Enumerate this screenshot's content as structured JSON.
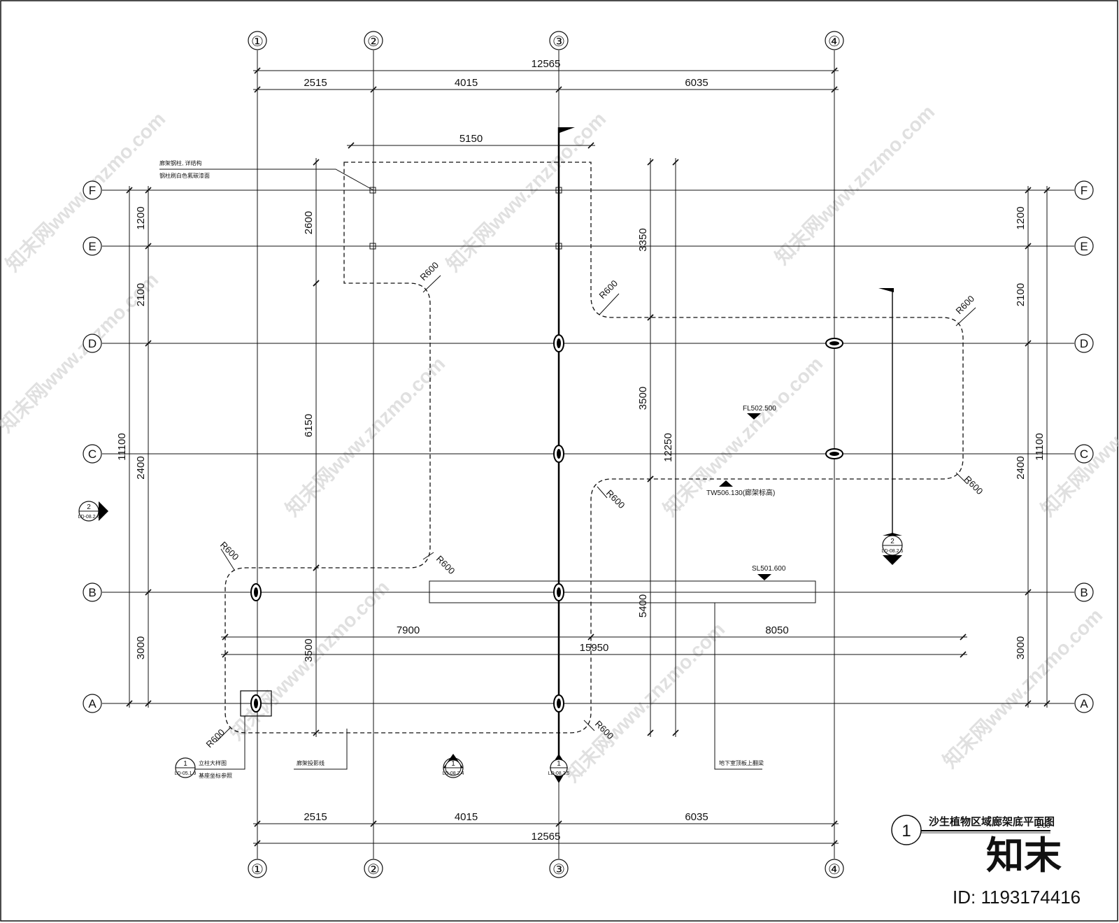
{
  "title": {
    "number": "1",
    "text": "沙生植物区域廊架底平面图",
    "scale": "1:50"
  },
  "axes": {
    "columns": [
      "①",
      "②",
      "③",
      "④"
    ],
    "rows": [
      "F",
      "E",
      "D",
      "C",
      "B",
      "A"
    ]
  },
  "dimensions": {
    "top_total": "12565",
    "top_segments": [
      "2515",
      "4015",
      "6035"
    ],
    "bottom_segments": [
      "2515",
      "4015",
      "6035"
    ],
    "bottom_total": "12565",
    "left_total": "11100",
    "left_segments": [
      "1200",
      "2100",
      "2400",
      "3000",
      "2400"
    ],
    "right_total": "11100",
    "right_segments": [
      "1200",
      "2100",
      "2400",
      "3000",
      "2400"
    ],
    "canopy_top_width": "5150",
    "canopy_left_a": "2600",
    "canopy_left_b": "6150",
    "canopy_left_c": "3500",
    "inner_right_a": "3350",
    "inner_right_b": "3500",
    "inner_right_c": "5400",
    "inner_right_total": "12250",
    "lower_span_a": "7900",
    "lower_span_b": "8050",
    "lower_span_total": "15950"
  },
  "radii": [
    "R600",
    "R600",
    "R600",
    "R600",
    "R600",
    "R600",
    "R600",
    "R600"
  ],
  "levels": {
    "fl": "FL502.500",
    "tw": "TW506.130(廊架标高)",
    "sl": "SL501.600"
  },
  "notes": {
    "note_top_1": "廊架钢柱, 详结构",
    "note_top_2": "钢柱刷白色氟碳漆面",
    "note_bottom_left_1": "立柱大样图",
    "note_bottom_left_2": "基座坐标参照",
    "note_bottom_mid": "廊架投影线",
    "note_bottom_right": "地下室顶板上翻梁"
  },
  "section_marks": [
    {
      "num": "2",
      "ref": "LD-08.2.4"
    },
    {
      "num": "2",
      "ref": "LD-08.2.5"
    },
    {
      "num": "1",
      "ref": "LD-05.1.9"
    },
    {
      "num": "1",
      "ref": "LD-08.2.4"
    },
    {
      "num": "1",
      "ref": "LD-08.2.5"
    }
  ],
  "watermark": {
    "text": "知末网www.znzmo.com",
    "logo": "知末",
    "id": "ID: 1193174416"
  }
}
